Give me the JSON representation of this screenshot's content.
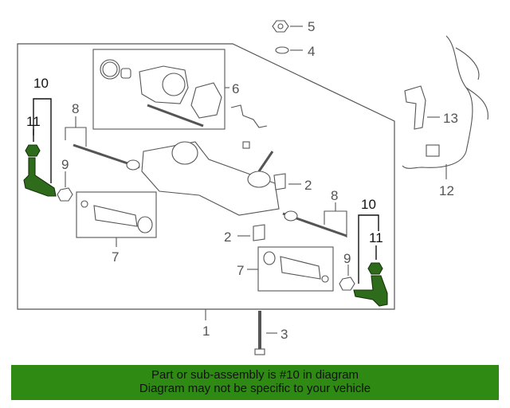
{
  "callouts": {
    "c1": "1",
    "c2a": "2",
    "c2b": "2",
    "c3": "3",
    "c4": "4",
    "c5": "5",
    "c6": "6",
    "c7a": "7",
    "c7b": "7",
    "c8a": "8",
    "c8b": "8",
    "c9a": "9",
    "c9b": "9",
    "c10a": "10",
    "c10b": "10",
    "c11a": "11",
    "c11b": "11",
    "c12": "12",
    "c13": "13"
  },
  "highlight_color": "#2e8a12",
  "banner": {
    "line1": "Part or sub-assembly is #10 in diagram",
    "line2": "Diagram may not be specific to your vehicle"
  }
}
